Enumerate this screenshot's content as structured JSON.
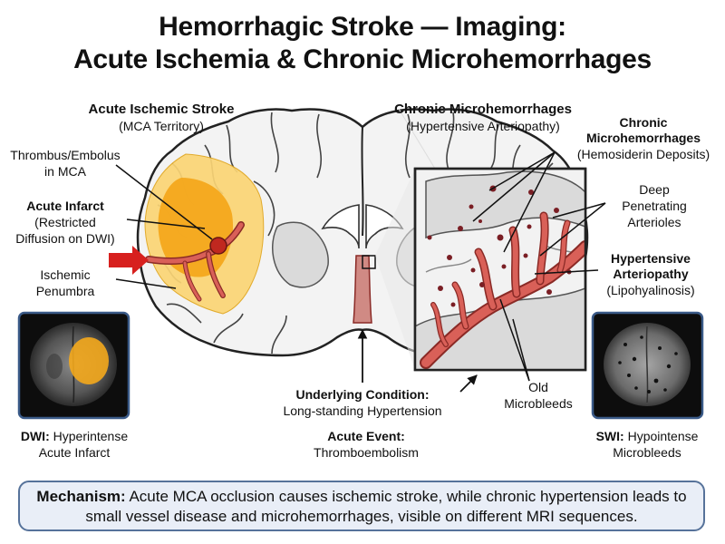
{
  "title": {
    "line1": "Hemorrhagic Stroke — Imaging:",
    "line2": "Acute Ischemia & Chronic Microhemorrhages"
  },
  "left": {
    "heading": "Acute Ischemic Stroke",
    "subheading": "(MCA Territory)",
    "thrombus_line1": "Thrombus/Embolus",
    "thrombus_line2": "in MCA",
    "infarct_title": "Acute Infarct",
    "infarct_line2": "(Restricted",
    "infarct_line3": "Diffusion on DWI)",
    "penumbra_line1": "Ischemic",
    "penumbra_line2": "Penumbra"
  },
  "right": {
    "heading": "Chronic Microhemorrhages",
    "subheading": "(Hypertensive Arteriopathy)",
    "chronic_line1": "Chronic",
    "chronic_line2": "Microhemorrhages",
    "chronic_line3": "(Hemosiderin Deposits)",
    "deep_line1": "Deep",
    "deep_line2": "Penetrating",
    "deep_line3": "Arterioles",
    "hyper_line1": "Hypertensive",
    "hyper_line2": "Arteriopathy",
    "hyper_line3": "(Lipohyalinosis)",
    "old_line1": "Old",
    "old_line2": "Microbleeds"
  },
  "center": {
    "condition_title": "Underlying Condition:",
    "condition_text": "Long-standing Hypertension",
    "event_title": "Acute Event:",
    "event_text": "Thromboembolism"
  },
  "dwi": {
    "caption_bold": "DWI:",
    "caption_rest": " Hyperintense",
    "caption_line2": "Acute Infarct"
  },
  "swi": {
    "caption_bold": "SWI:",
    "caption_rest": " Hypointense",
    "caption_line2": "Microbleeds"
  },
  "mechanism": {
    "label": "Mechanism:",
    "text": " Acute MCA occlusion causes ischemic stroke, while chronic hypertension leads to small vessel disease and microhemorrhages, visible on different MRI sequences."
  },
  "colors": {
    "infarct": "#f4a81c",
    "penumbra": "#fbd575",
    "vessel": "#d96058",
    "vessel_outline": "#8a2a26",
    "microbleed": "#7a1e24",
    "brain_fill": "#f3f3f3",
    "gray_matter": "#dadada",
    "mechanism_border": "#56729a",
    "mechanism_bg": "#e9eef7",
    "arrow": "#d7201e"
  }
}
